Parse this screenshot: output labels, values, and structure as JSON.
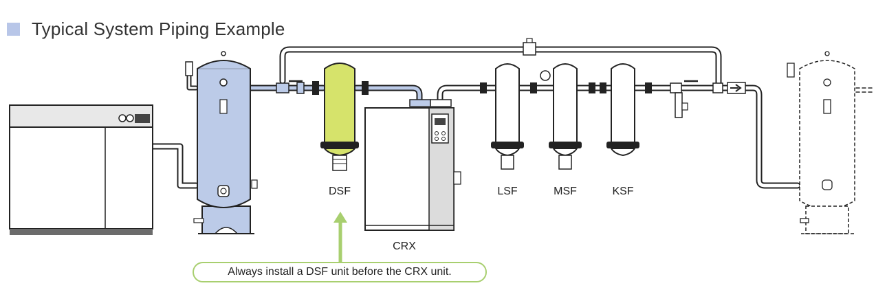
{
  "header": {
    "title": "Typical System Piping Example"
  },
  "labels": {
    "dsf": "DSF",
    "crx": "CRX",
    "lsf": "LSF",
    "msf": "MSF",
    "ksf": "KSF"
  },
  "note": {
    "text": "Always install a DSF unit before the CRX unit."
  },
  "colors": {
    "title_square": "#b8c6e8",
    "air_tank": "#bccbe8",
    "dsf_filter": "#d6e36b",
    "arrow": "#a8cf6f",
    "outline": "#222222"
  }
}
